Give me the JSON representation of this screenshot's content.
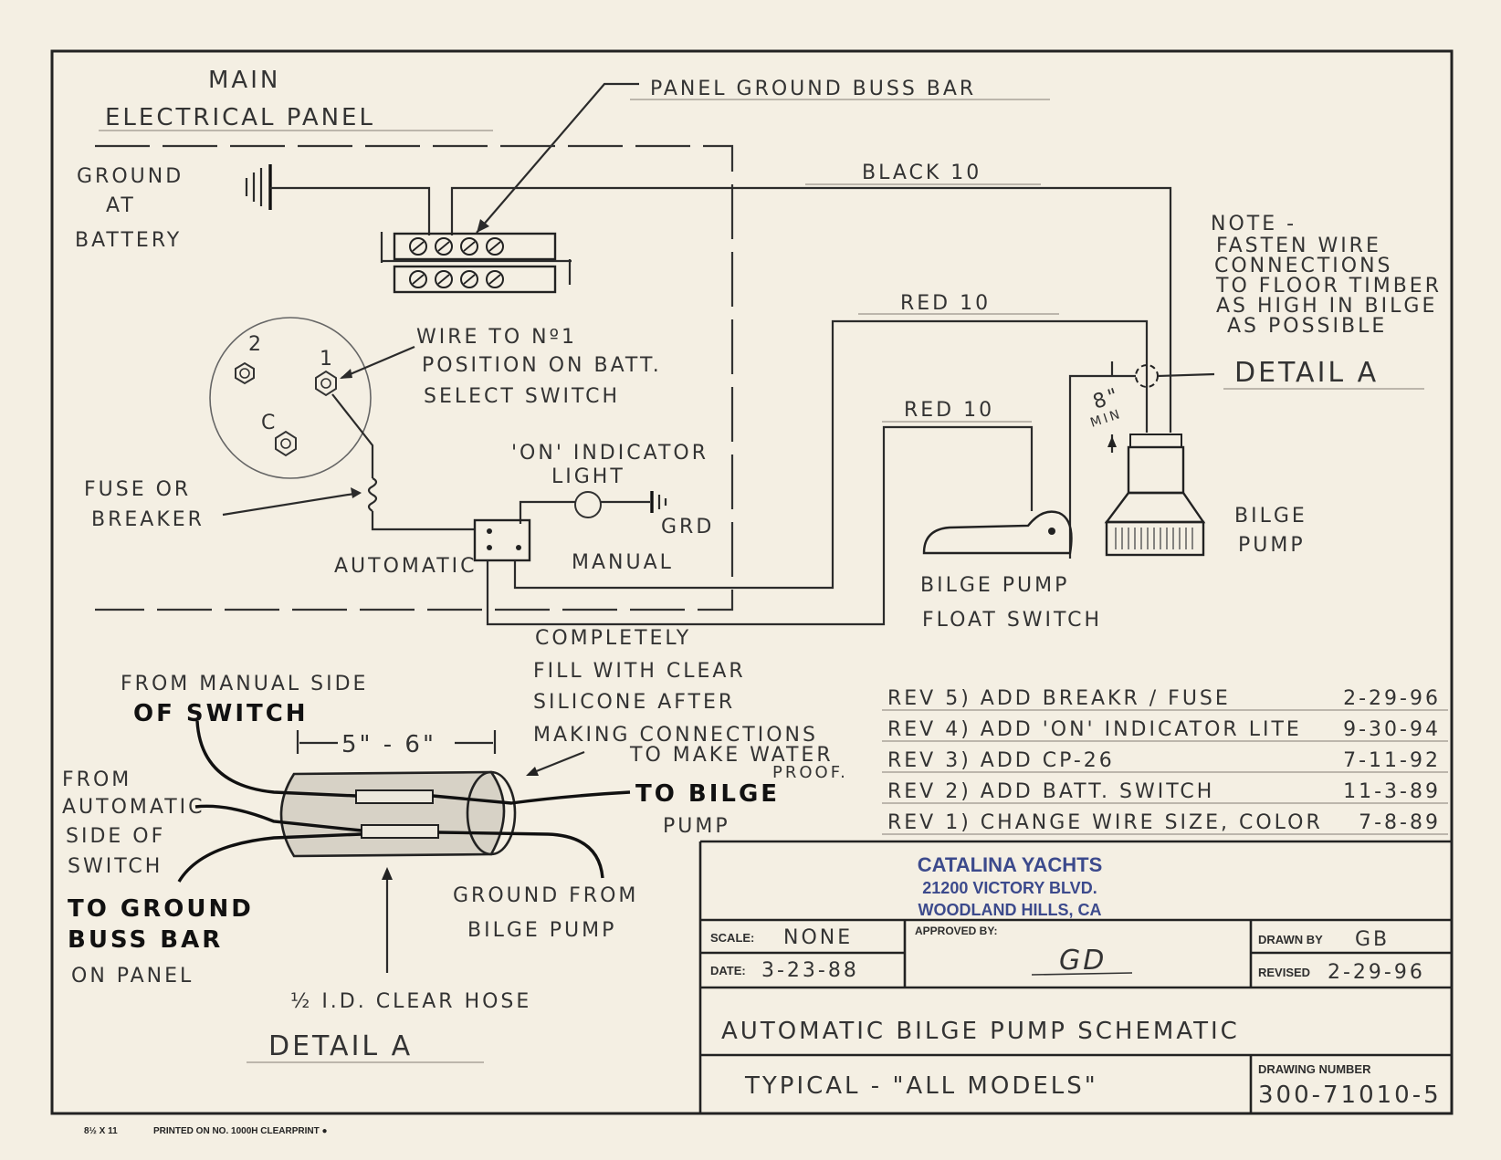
{
  "panel": {
    "title_line1": "MAIN",
    "title_line2": "ELECTRICAL PANEL",
    "ground_buss_label": "PANEL GROUND BUSS BAR",
    "ground_line1": "GROUND",
    "ground_line2": "AT",
    "ground_line3": "BATTERY",
    "black_wire": "BLACK 10",
    "red_wire_1": "RED 10",
    "red_wire_2": "RED 10",
    "switch_pos_2": "2",
    "switch_pos_1": "1",
    "switch_pos_c": "C",
    "wire_note_line1": "WIRE TO Nº1",
    "wire_note_line2": "POSITION ON BATT.",
    "wire_note_line3": "SELECT SWITCH",
    "indicator_line1": "'ON' INDICATOR",
    "indicator_line2": "LIGHT",
    "grd": "GRD",
    "fuse_line1": "FUSE OR",
    "fuse_line2": "BREAKER",
    "automatic": "AUTOMATIC",
    "manual": "MANUAL"
  },
  "bilge": {
    "note_line1": "NOTE -",
    "note_line2": "FASTEN WIRE",
    "note_line3": "CONNECTIONS",
    "note_line4": "TO FLOOR TIMBER",
    "note_line5": "AS HIGH IN BILGE",
    "note_line6": "AS POSSIBLE",
    "detail_ref": "DETAIL A",
    "min_value": "8\"",
    "min_unit": "MIN",
    "pump_line1": "BILGE",
    "pump_line2": "PUMP",
    "float_line1": "BILGE PUMP",
    "float_line2": "FLOAT SWITCH"
  },
  "detail": {
    "fill_line1": "COMPLETELY",
    "fill_line2": "FILL WITH CLEAR",
    "fill_line3": "SILICONE AFTER",
    "fill_line4": "MAKING CONNECTIONS",
    "fill_line5": "TO MAKE WATER",
    "fill_line6": "PROOF.",
    "from_manual_line1": "FROM MANUAL SIDE",
    "from_manual_line2": "OF SWITCH",
    "dimension": "5\" - 6\"",
    "from_auto_line1": "FROM",
    "from_auto_line2": "AUTOMATIC",
    "from_auto_line3": "SIDE OF",
    "from_auto_line4": "SWITCH",
    "to_bilge_line1": "TO BILGE",
    "to_bilge_line2": "PUMP",
    "to_ground_line1": "TO GROUND",
    "to_ground_line2": "BUSS BAR",
    "to_ground_line3": "ON PANEL",
    "ground_from_line1": "GROUND FROM",
    "ground_from_line2": "BILGE PUMP",
    "hose": "½ I.D. CLEAR HOSE",
    "title": "DETAIL A"
  },
  "revisions": [
    {
      "text": "REV 5) ADD BREAKR / FUSE",
      "date": "2-29-96"
    },
    {
      "text": "REV 4) ADD 'ON' INDICATOR LITE",
      "date": "9-30-94"
    },
    {
      "text": "REV 3) ADD CP-26",
      "date": "7-11-92"
    },
    {
      "text": "REV 2) ADD BATT. SWITCH",
      "date": "11-3-89"
    },
    {
      "text": "REV 1) CHANGE WIRE SIZE, COLOR",
      "date": "7-8-89"
    }
  ],
  "title_block": {
    "company": "CATALINA YACHTS",
    "address1": "21200 VICTORY BLVD.",
    "address2": "WOODLAND HILLS, CA",
    "scale_label": "SCALE:",
    "scale_value": "NONE",
    "date_label": "DATE:",
    "date_value": "3-23-88",
    "approved_label": "APPROVED BY:",
    "approved_signature": "GD",
    "drawn_label": "DRAWN BY",
    "drawn_value": "GB",
    "revised_label": "REVISED",
    "revised_value": "2-29-96",
    "drawing_title": "AUTOMATIC BILGE PUMP SCHEMATIC",
    "drawing_subtitle": "TYPICAL - \"ALL MODELS\"",
    "number_label": "DRAWING NUMBER",
    "number_value": "300-71010-5"
  },
  "footer": {
    "size": "8½ X 11",
    "printed": "PRINTED ON NO. 1000H CLEARPRINT ●"
  }
}
